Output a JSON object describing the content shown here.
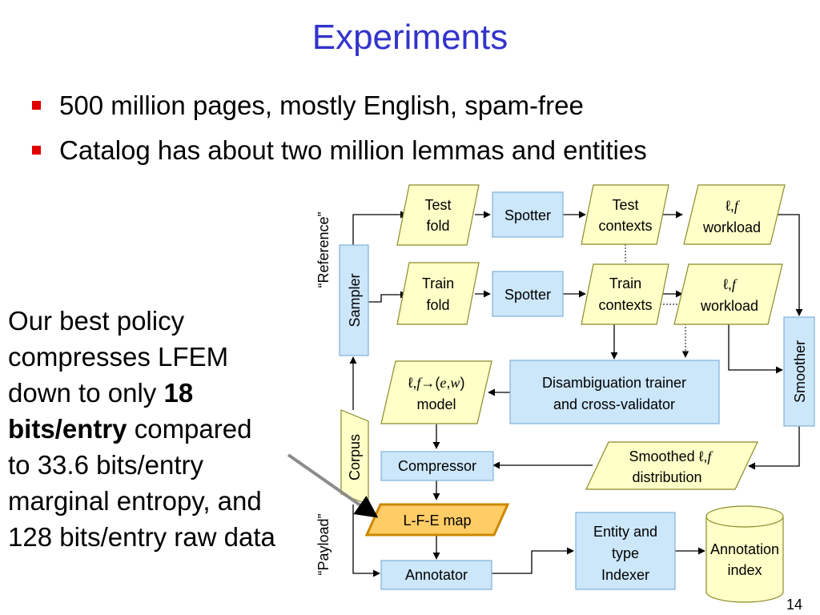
{
  "slide": {
    "title": "Experiments",
    "bullets": [
      "500 million pages, mostly English, spam-free",
      "Catalog has about two million lemmas and entities"
    ],
    "side_text": {
      "pre": "Our best policy compresses LFEM down to only ",
      "bold": "18 bits/entry",
      "post": " compared to 33.6 bits/entry marginal entropy, and 128 bits/entry raw data"
    },
    "page_number": "14"
  },
  "diagram": {
    "reference_label": "“Reference”",
    "payload_label": "“Payload”",
    "sampler": "Sampler",
    "corpus": "Corpus",
    "smoother": "Smoother",
    "test_fold": [
      "Test",
      "fold"
    ],
    "train_fold": [
      "Train",
      "fold"
    ],
    "spotter": "Spotter",
    "test_contexts": [
      "Test",
      "contexts"
    ],
    "train_contexts": [
      "Train",
      "contexts"
    ],
    "workload_symbol": "ℓ,",
    "workload_f": "f",
    "workload": "workload",
    "model_symbol": "ℓ,",
    "model_f": "f",
    "model_arrow": "→(",
    "model_e": "e",
    "model_comma": ",",
    "model_w": "w",
    "model_close": ")",
    "model": "model",
    "disambiguation": [
      "Disambiguation trainer",
      "and cross-validator"
    ],
    "smoothed_prefix": "Smoothed ℓ,",
    "smoothed_f": "f",
    "smoothed_distribution": "distribution",
    "compressor": "Compressor",
    "lfe_map": "L-F-E map",
    "annotator": "Annotator",
    "entity_indexer": [
      "Entity and",
      "type",
      "Indexer"
    ],
    "annotation_index": [
      "Annotation",
      "index"
    ]
  },
  "colors": {
    "title": "#3333cc",
    "bullet": "#e00000",
    "process_fill": "#cce6fa",
    "process_stroke": "#7fb2d9",
    "data_fill": "#ffffc8",
    "data_stroke": "#8b8b2a",
    "highlight_fill": "#ffcc66",
    "highlight_stroke": "#cc8800"
  }
}
